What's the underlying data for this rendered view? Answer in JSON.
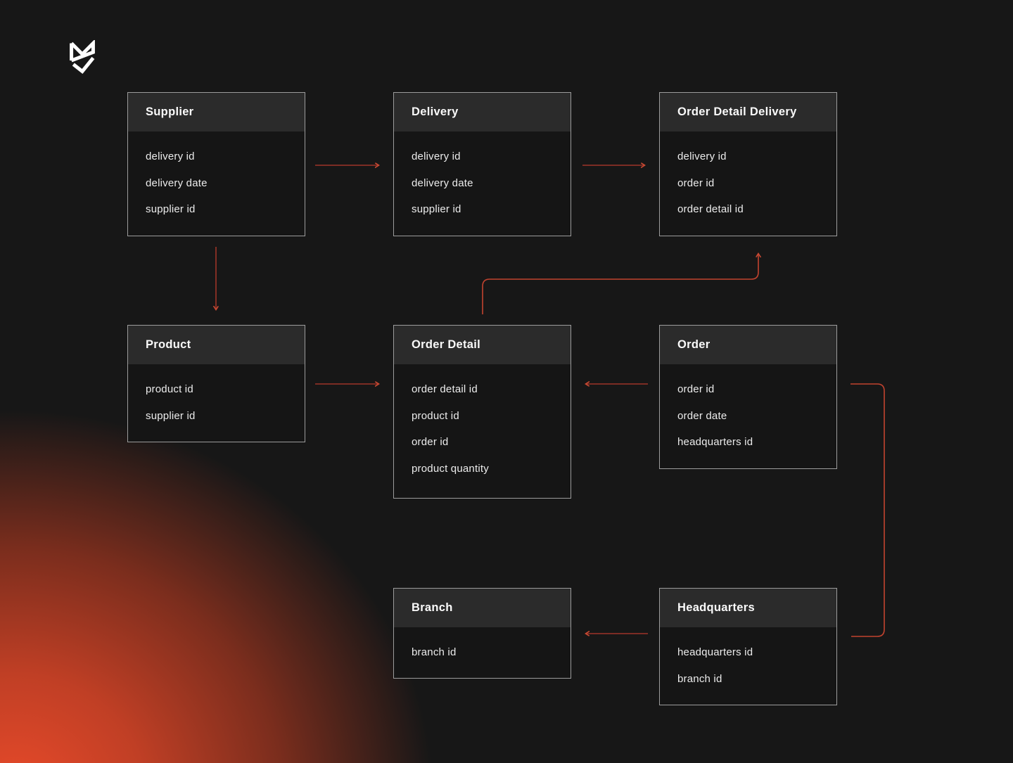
{
  "brand": {
    "logo": "ms-monogram-shield"
  },
  "colors": {
    "background": "#171717",
    "table_body": "#151515",
    "table_header": "#2b2b2b",
    "table_border": "#9c9c9c",
    "title_text": "#fafafa",
    "field_text": "#ececec",
    "arrow_shaft": "#9e3428",
    "arrow_elbow": "#c2432f",
    "arrow_head": "#ca4a33",
    "glow_red": "#e84a2a"
  },
  "tables": [
    {
      "title": "Supplier",
      "fields": [
        "delivery id",
        "delivery date",
        "supplier id"
      ]
    },
    {
      "title": "Delivery",
      "fields": [
        "delivery id",
        "delivery date",
        "supplier id"
      ]
    },
    {
      "title": "Order Detail Delivery",
      "fields": [
        "delivery id",
        "order id",
        "order detail id"
      ]
    },
    {
      "title": "Product",
      "fields": [
        "product id",
        "supplier id"
      ]
    },
    {
      "title": "Order Detail",
      "fields": [
        "order detail id",
        "product id",
        "order id",
        "product quantity"
      ]
    },
    {
      "title": "Order",
      "fields": [
        "order id",
        "order date",
        "headquarters id"
      ]
    },
    {
      "title": "Branch",
      "fields": [
        "branch id"
      ]
    },
    {
      "title": "Headquarters",
      "fields": [
        "headquarters id",
        "branch id"
      ]
    }
  ],
  "connectors": [
    {
      "name": "supplier-to-delivery",
      "direction": "right"
    },
    {
      "name": "delivery-to-order-detail-delivery",
      "direction": "right"
    },
    {
      "name": "supplier-to-product",
      "direction": "down"
    },
    {
      "name": "product-to-order-detail",
      "direction": "right"
    },
    {
      "name": "order-to-order-detail",
      "direction": "left"
    },
    {
      "name": "order-detail-to-order-detail-delivery",
      "direction": "up"
    },
    {
      "name": "order-to-headquarters",
      "direction": "down"
    },
    {
      "name": "headquarters-to-branch",
      "direction": "left"
    }
  ]
}
